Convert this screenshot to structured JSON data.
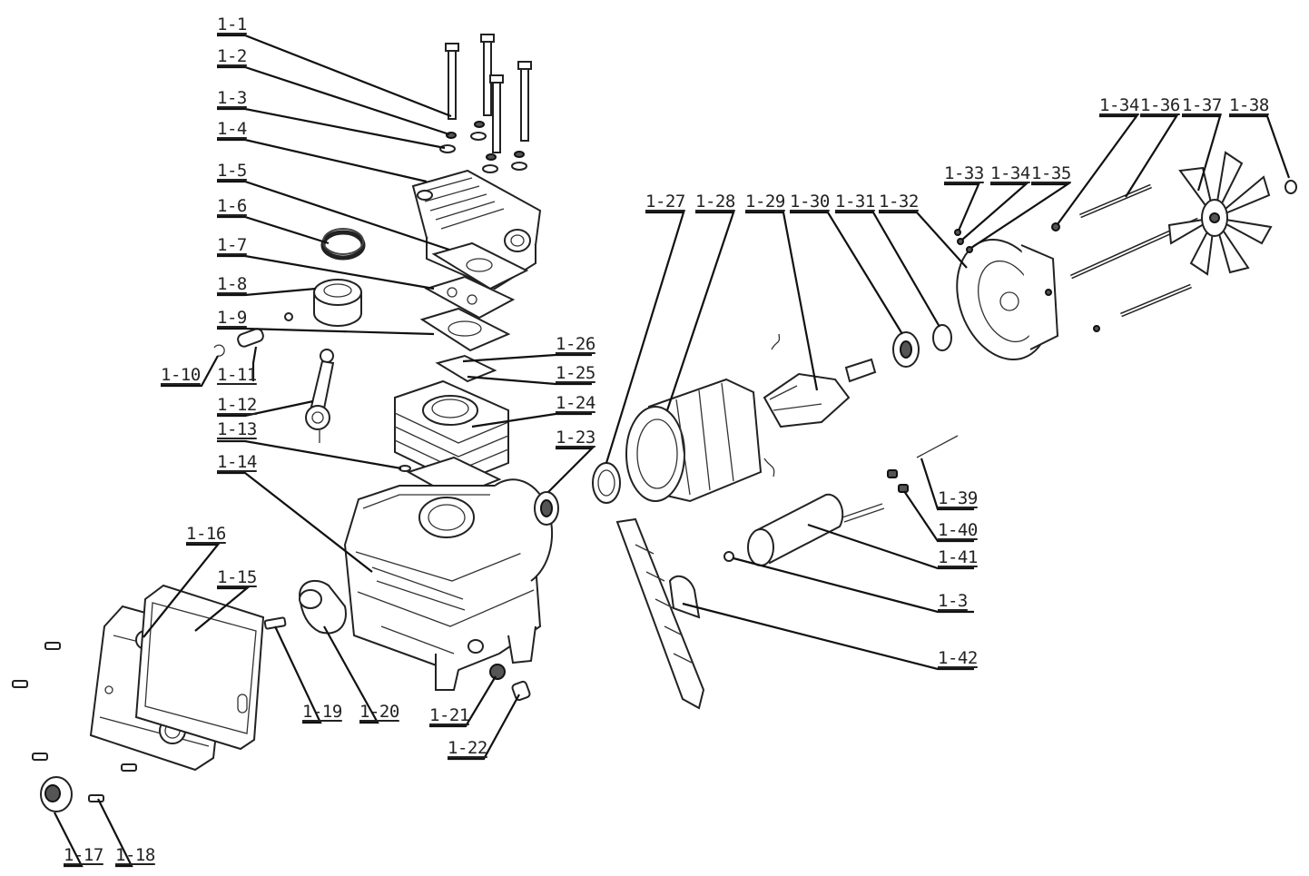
{
  "diagram": {
    "labels": [
      "1-1",
      "1-2",
      "1-3",
      "1-4",
      "1-5",
      "1-6",
      "1-7",
      "1-8",
      "1-9",
      "1-10",
      "1-11",
      "1-12",
      "1-13",
      "1-14",
      "1-15",
      "1-16",
      "1-17",
      "1-18",
      "1-19",
      "1-20",
      "1-21",
      "1-22",
      "1-23",
      "1-24",
      "1-25",
      "1-26",
      "1-27",
      "1-28",
      "1-29",
      "1-30",
      "1-31",
      "1-32",
      "1-33",
      "1-34",
      "1-35",
      "1-36",
      "1-37",
      "1-38",
      "1-39",
      "1-40",
      "1-41",
      "1-42"
    ]
  }
}
